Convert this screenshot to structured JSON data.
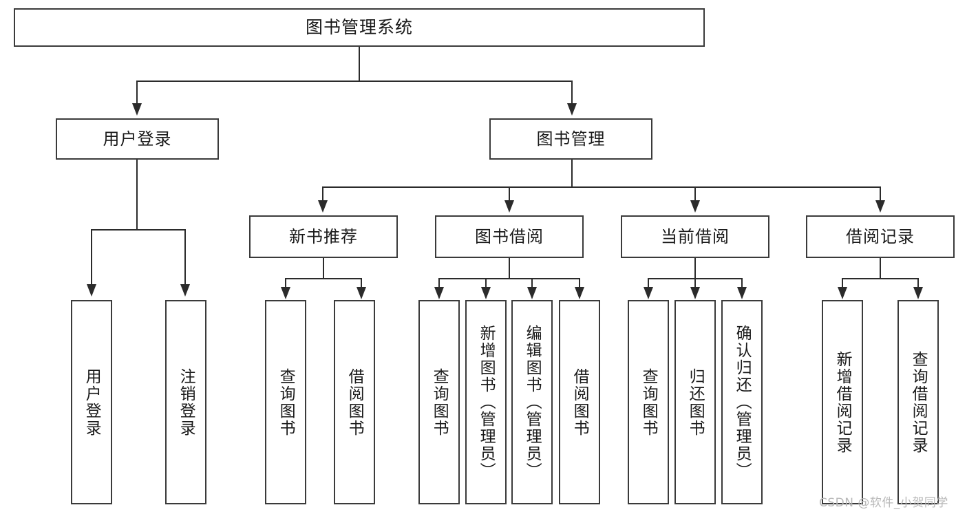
{
  "diagram": {
    "title": "图书管理系统",
    "type": "hierarchy-tree",
    "root": {
      "label": "图书管理系统"
    },
    "level2": [
      {
        "label": "用户登录"
      },
      {
        "label": "图书管理"
      }
    ],
    "level3": [
      {
        "label": "新书推荐"
      },
      {
        "label": "图书借阅"
      },
      {
        "label": "当前借阅"
      },
      {
        "label": "借阅记录"
      }
    ],
    "leaves": {
      "user_login": [
        {
          "label": "用户登录"
        },
        {
          "label": "注销登录"
        }
      ],
      "new_book_recommend": [
        {
          "label": "查询图书"
        },
        {
          "label": "借阅图书"
        }
      ],
      "book_borrow": [
        {
          "label": "查询图书"
        },
        {
          "label": "新增图书（管理员）"
        },
        {
          "label": "编辑图书（管理员）"
        },
        {
          "label": "借阅图书"
        }
      ],
      "current_borrow": [
        {
          "label": "查询图书"
        },
        {
          "label": "归还图书"
        },
        {
          "label": "确认归还（管理员）"
        }
      ],
      "borrow_records": [
        {
          "label": "新增借阅记录"
        },
        {
          "label": "查询借阅记录"
        }
      ]
    }
  },
  "watermark": {
    "text": "CSDN @软件_小贺同学"
  },
  "colors": {
    "border": "#3a3a3a",
    "line": "#2b2b2b",
    "text": "#1a1a1a",
    "background": "#ffffff",
    "watermark": "#b8b8b8"
  }
}
